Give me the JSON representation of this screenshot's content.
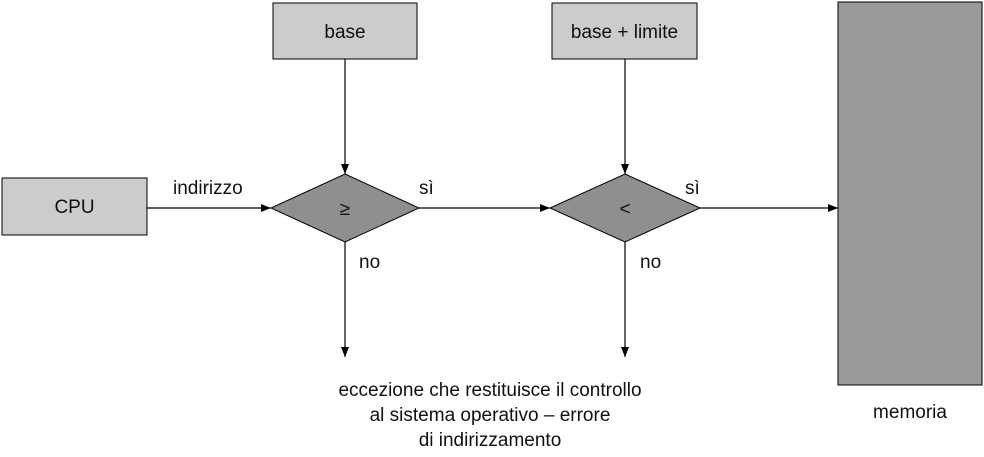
{
  "colors": {
    "box_fill": "#cccccc",
    "decision_fill": "#8f8f8f",
    "memory_fill": "#9a9a9a",
    "stroke": "#000000"
  },
  "nodes": {
    "cpu": "CPU",
    "base": "base",
    "base_limit": "base + limite",
    "compare_ge": "≥",
    "compare_lt": "<",
    "memory": "memoria"
  },
  "edges": {
    "address": "indirizzo",
    "yes_1": "sì",
    "yes_2": "sì",
    "no_1": "no",
    "no_2": "no"
  },
  "exception": {
    "line_1": "eccezione che restituisce il controllo",
    "line_2": "al sistema operativo – errore",
    "line_3": "di indirizzamento"
  }
}
